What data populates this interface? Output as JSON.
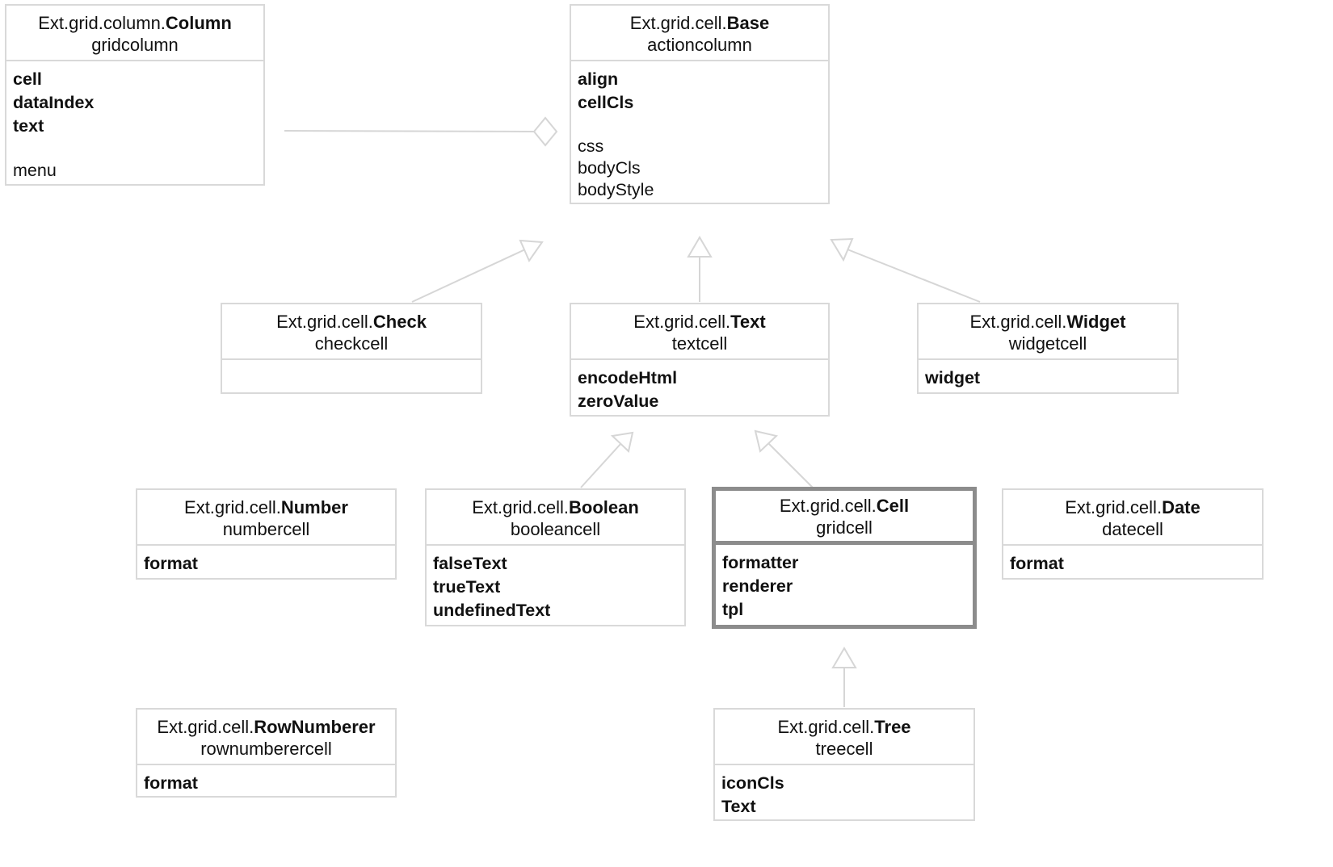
{
  "nodes": {
    "column": {
      "prefix": "Ext.grid.column.",
      "name": "Column",
      "alias": "gridcolumn",
      "props": [
        "cell",
        "dataIndex",
        "text"
      ],
      "extra": [
        "menu"
      ]
    },
    "base": {
      "prefix": "Ext.grid.cell.",
      "name": "Base",
      "alias": "actioncolumn",
      "props": [
        "align",
        "cellCls"
      ],
      "extra": [
        "css",
        "bodyCls",
        "bodyStyle"
      ]
    },
    "check": {
      "prefix": "Ext.grid.cell.",
      "name": "Check",
      "alias": "checkcell",
      "props": []
    },
    "text": {
      "prefix": "Ext.grid.cell.",
      "name": "Text",
      "alias": "textcell",
      "props": [
        "encodeHtml",
        "zeroValue"
      ]
    },
    "widget": {
      "prefix": "Ext.grid.cell.",
      "name": "Widget",
      "alias": "widgetcell",
      "props": [
        "widget"
      ]
    },
    "number": {
      "prefix": "Ext.grid.cell.",
      "name": "Number",
      "alias": "numbercell",
      "props": [
        "format"
      ]
    },
    "boolean": {
      "prefix": "Ext.grid.cell.",
      "name": "Boolean",
      "alias": "booleancell",
      "props": [
        "falseText",
        "trueText",
        "undefinedText"
      ]
    },
    "cell": {
      "prefix": "Ext.grid.cell.",
      "name": "Cell",
      "alias": "gridcell",
      "props": [
        "formatter",
        "renderer",
        "tpl"
      ]
    },
    "date": {
      "prefix": "Ext.grid.cell.",
      "name": "Date",
      "alias": "datecell",
      "props": [
        "format"
      ]
    },
    "rownum": {
      "prefix": "Ext.grid.cell.",
      "name": "RowNumberer",
      "alias": "rownumberercell",
      "props": [
        "format"
      ]
    },
    "tree": {
      "prefix": "Ext.grid.cell.",
      "name": "Tree",
      "alias": "treecell",
      "props": [
        "iconCls",
        "Text"
      ]
    }
  },
  "colors": {
    "border": "#d9d9d9",
    "highlight_border": "#8c8c8c",
    "connector": "#d6d6d6",
    "text": "#111111"
  }
}
